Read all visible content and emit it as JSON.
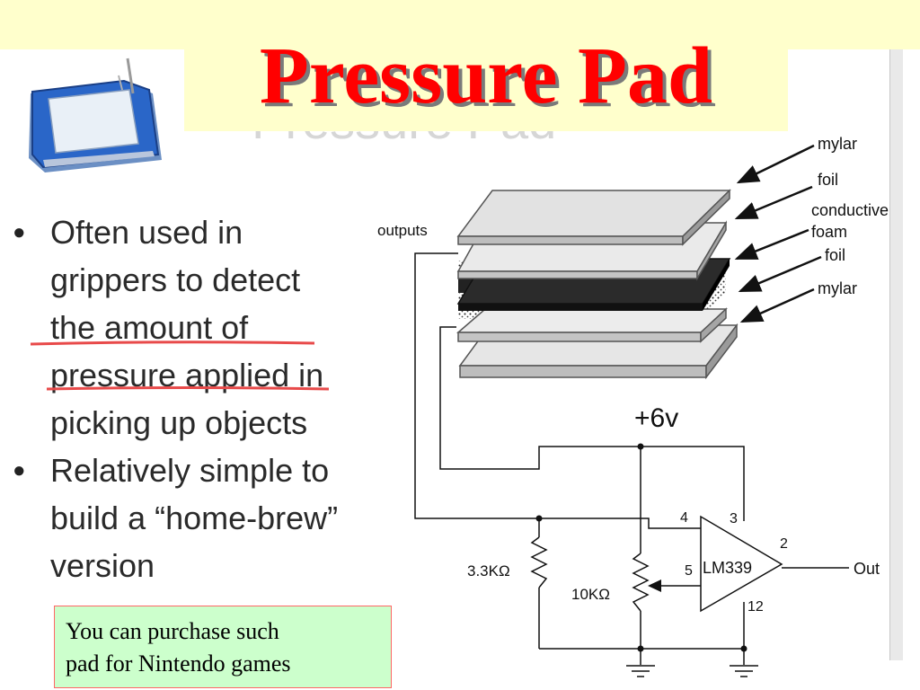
{
  "title": "Pressure Pad",
  "ghost_title": "Pressure Pad",
  "bullets": [
    "Often used in\ngrippers to detect\nthe amount of\npressure applied in\npicking up objects",
    "Relatively simple to\nbuild a “home-brew”\nversion"
  ],
  "callout": "You can purchase such\npad for Nintendo games",
  "diagram": {
    "outputs_label": "outputs",
    "layer_labels": [
      "mylar",
      "foil",
      "conductive",
      "foam",
      "foil",
      "mylar"
    ],
    "supply_label": "+6v",
    "chip_label": "LM339",
    "pins": [
      "4",
      "3",
      "2",
      "5",
      "12"
    ],
    "out_label": "Out",
    "resistor_3k": "3.3KΩ",
    "resistor_10k": "10KΩ"
  },
  "colors": {
    "title": "#ff0000",
    "background": "#ffffcc",
    "callout_bg": "#ccffcc",
    "underline": "#e84a4a"
  }
}
